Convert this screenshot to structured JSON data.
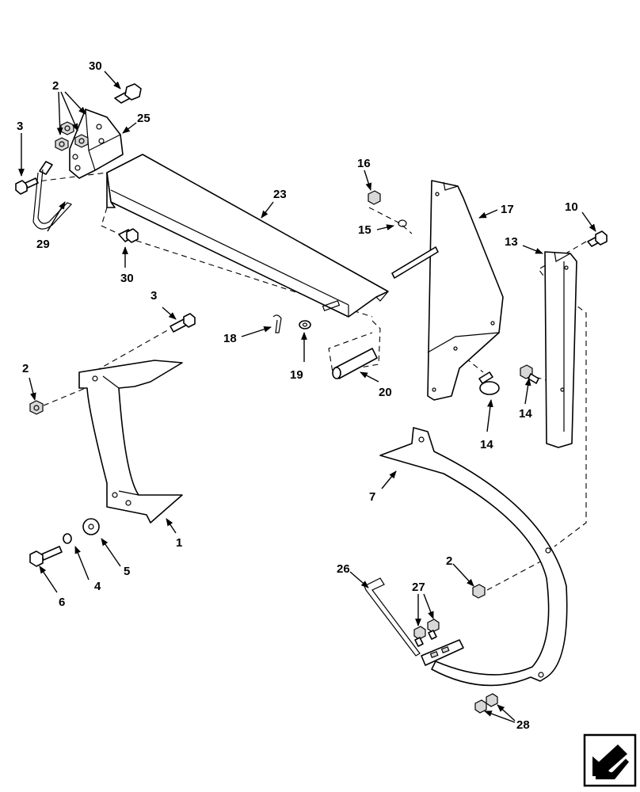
{
  "callouts": {
    "c1": "1",
    "c2a": "2",
    "c2b": "2",
    "c2c": "2",
    "c3a": "3",
    "c3b": "3",
    "c4": "4",
    "c5": "5",
    "c6": "6",
    "c7": "7",
    "c10": "10",
    "c13": "13",
    "c14a": "14",
    "c14b": "14",
    "c15": "15",
    "c16": "16",
    "c17": "17",
    "c18": "18",
    "c19": "19",
    "c20": "20",
    "c23": "23",
    "c25": "25",
    "c26": "26",
    "c27": "27",
    "c28": "28",
    "c29": "29",
    "c30a": "30",
    "c30b": "30"
  },
  "nav_icon": "arrow-next-page-icon"
}
